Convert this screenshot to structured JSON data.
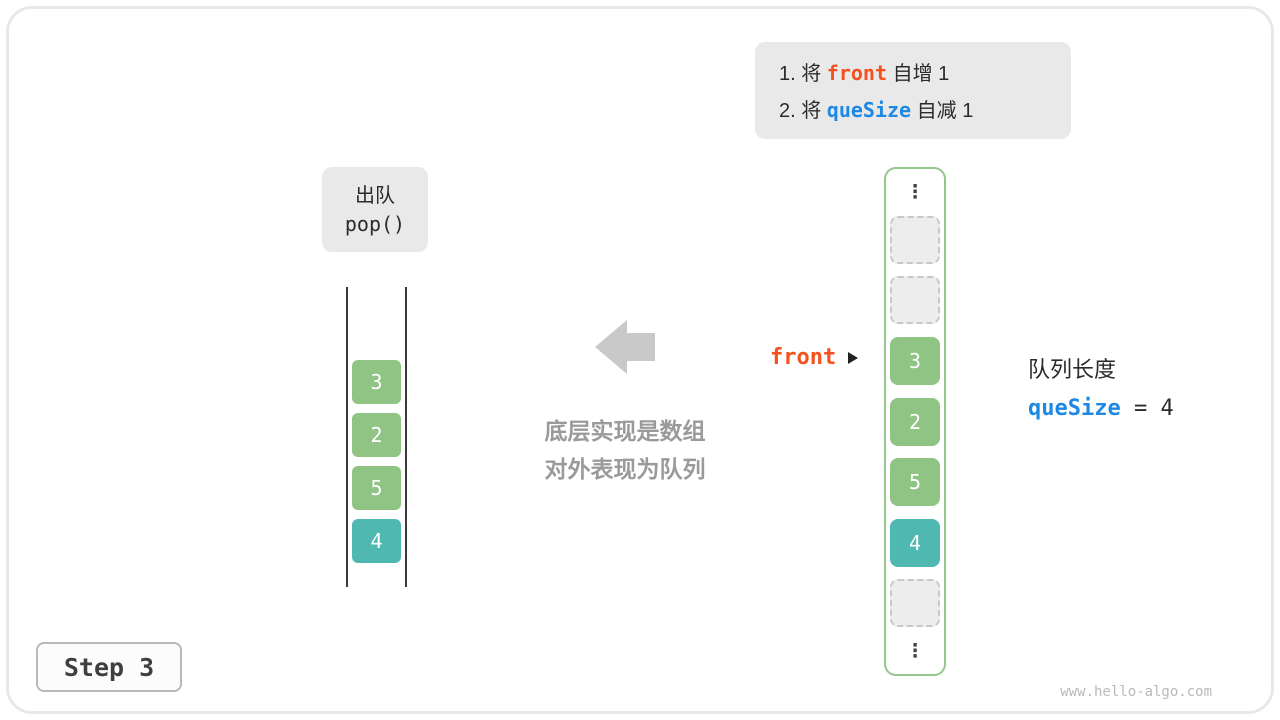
{
  "instructions": {
    "lines": [
      {
        "prefix": "1. 将 ",
        "code": "front",
        "suffix": " 自增 1",
        "code_color": "#f4511e"
      },
      {
        "prefix": "2. 将 ",
        "code": "queSize",
        "suffix": " 自减 1",
        "code_color": "#1e88e5"
      }
    ]
  },
  "operation_box": {
    "title": "出队",
    "code": "pop()"
  },
  "queue": {
    "items": [
      {
        "value": "3",
        "color": "#8fc484"
      },
      {
        "value": "2",
        "color": "#8fc484"
      },
      {
        "value": "5",
        "color": "#8fc484"
      },
      {
        "value": "4",
        "color": "#4fb8b0"
      }
    ]
  },
  "caption": {
    "line1": "底层实现是数组",
    "line2": "对外表现为队列"
  },
  "front_pointer": {
    "label": "front"
  },
  "array": {
    "cells": [
      {
        "type": "ellipsis",
        "glyph": "⋮"
      },
      {
        "type": "empty"
      },
      {
        "type": "empty"
      },
      {
        "type": "cell",
        "value": "3",
        "color": "#8fc484"
      },
      {
        "type": "cell",
        "value": "2",
        "color": "#8fc484"
      },
      {
        "type": "cell",
        "value": "5",
        "color": "#8fc484"
      },
      {
        "type": "cell",
        "value": "4",
        "color": "#4fb8b0"
      },
      {
        "type": "empty"
      },
      {
        "type": "ellipsis",
        "glyph": "⋮"
      }
    ]
  },
  "queue_length": {
    "label": "队列长度",
    "var": "queSize",
    "rest": " = 4"
  },
  "step_badge": "Step 3",
  "watermark": "www.hello-algo.com",
  "icons": {
    "front_arrow": "right-triangle-icon",
    "dequeue_arrow": "left-arrow-icon",
    "ellipsis": "vertical-ellipsis-icon"
  },
  "colors": {
    "green": "#8fc484",
    "teal": "#4fb8b0",
    "orange": "#f4511e",
    "blue": "#1e88e5",
    "gray_box": "#e9e9e9",
    "arrow_gray": "#c9c9c9",
    "array_border": "#94c78c"
  }
}
